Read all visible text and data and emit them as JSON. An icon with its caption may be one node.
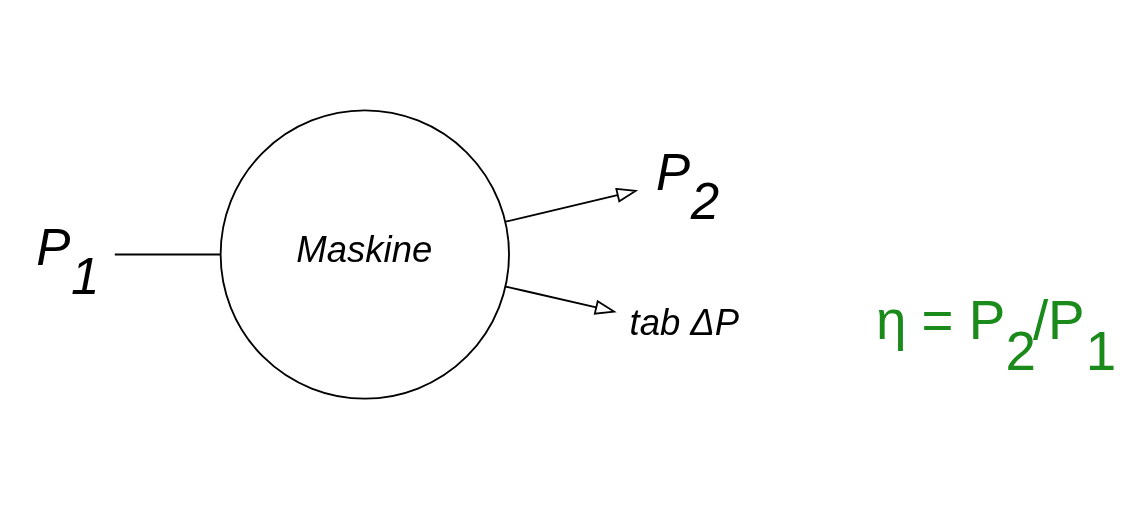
{
  "diagram": {
    "nodes": [
      {
        "text": [
          "P$_{1}$"
        ]
      },
      {
        "text": [
          "Maskine"
        ]
      },
      {
        "text": [
          "P$_{2}$"
        ]
      },
      {
        "text": [
          "tab ΔP"
        ]
      }
    ],
    "edges": [
      {
        "from": 0,
        "to": 1,
        "arrow": "none"
      },
      {
        "from": 1,
        "to": 2,
        "arrow": "to"
      },
      {
        "from": 1,
        "to": 3,
        "arrow": "to"
      }
    ],
    "labels": [
      "η = P$_{2}$/P$_{1}$"
    ]
  }
}
